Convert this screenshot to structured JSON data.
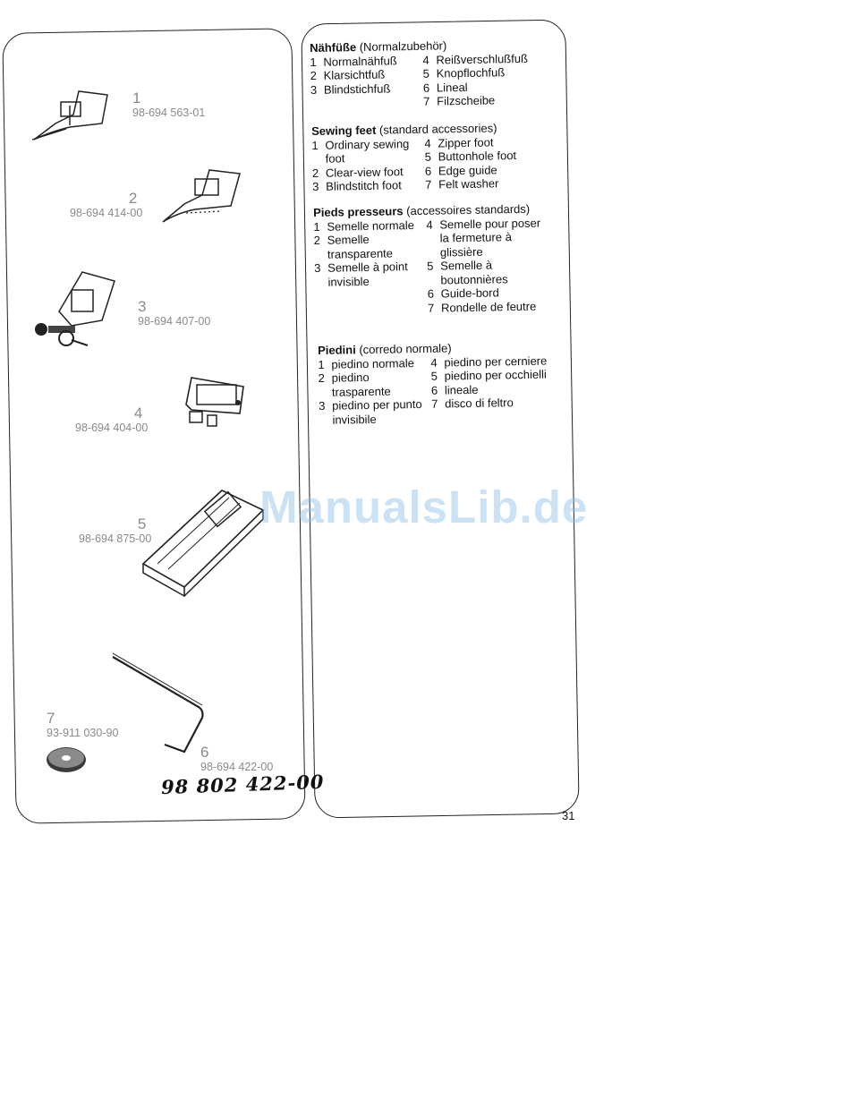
{
  "parts": [
    {
      "num": "1",
      "code": "98-694 563-01"
    },
    {
      "num": "2",
      "code": "98-694 414-00"
    },
    {
      "num": "3",
      "code": "98-694 407-00"
    },
    {
      "num": "4",
      "code": "98-694 404-00"
    },
    {
      "num": "5",
      "code": "98-694 875-00"
    },
    {
      "num": "6",
      "code": "98-694 422-00"
    },
    {
      "num": "7",
      "code": "93-911 030-90"
    }
  ],
  "handwritten_note": "98 802 422-00",
  "sections": {
    "de": {
      "title_bold": "Nähfüße",
      "title_rest": " (Normalzubehör)",
      "left": [
        [
          "1",
          "Normalnähfuß"
        ],
        [
          "2",
          "Klarsichtfuß"
        ],
        [
          "3",
          "Blindstichfuß"
        ]
      ],
      "right": [
        [
          "4",
          "Reißverschlußfuß"
        ],
        [
          "5",
          "Knopflochfuß"
        ],
        [
          "6",
          "Lineal"
        ],
        [
          "7",
          "Filzscheibe"
        ]
      ]
    },
    "en": {
      "title_bold": "Sewing feet",
      "title_rest": " (standard accessories)",
      "left": [
        [
          "1",
          "Ordinary sewing foot"
        ],
        [
          "2",
          "Clear-view foot"
        ],
        [
          "3",
          "Blindstitch foot"
        ]
      ],
      "right": [
        [
          "4",
          "Zipper foot"
        ],
        [
          "5",
          "Buttonhole foot"
        ],
        [
          "6",
          "Edge guide"
        ],
        [
          "7",
          "Felt washer"
        ]
      ]
    },
    "fr": {
      "title_bold": "Pieds presseurs",
      "title_rest": " (accessoires standards)",
      "left": [
        [
          "1",
          "Semelle normale"
        ],
        [
          "2",
          "Semelle transparente"
        ],
        [
          "3",
          "Semelle à point invisible"
        ]
      ],
      "right": [
        [
          "4",
          "Semelle pour poser la fermeture à glissière"
        ],
        [
          "5",
          "Semelle à boutonnières"
        ],
        [
          "6",
          "Guide-bord"
        ],
        [
          "7",
          "Rondelle de feutre"
        ]
      ]
    },
    "it": {
      "title_bold": "Piedini",
      "title_rest": " (corredo normale)",
      "left": [
        [
          "1",
          "piedino normale"
        ],
        [
          "2",
          "piedino trasparente"
        ],
        [
          "3",
          "piedino per punto invisibile"
        ]
      ],
      "right": [
        [
          "4",
          "piedino per cerniere"
        ],
        [
          "5",
          "piedino per occhielli"
        ],
        [
          "6",
          "lineale"
        ],
        [
          "7",
          "disco di feltro"
        ]
      ]
    }
  },
  "watermark": "ManualsLib.de",
  "page_number": "31"
}
